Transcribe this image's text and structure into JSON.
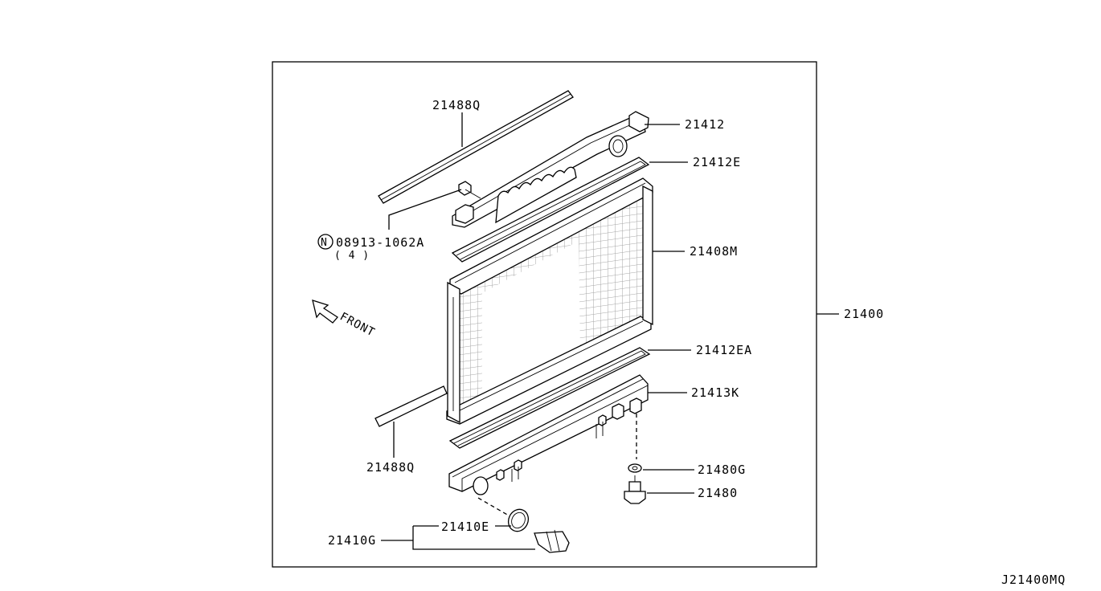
{
  "diagram_code": "J21400MQ",
  "assembly": {
    "number": "21400"
  },
  "parts": {
    "seal_top": "21488Q",
    "seal_bottom": "21488Q",
    "upper_tank": "21412",
    "upper_gasket": "21412E",
    "core": "21408M",
    "lower_gasket": "21412EA",
    "lower_tank": "21413K",
    "washer": "21480G",
    "drain_plug": "21480",
    "o_ring": "21410E",
    "sensor_group": "21410G"
  },
  "bolt": {
    "prefix": "N",
    "number": "08913-1062A",
    "qty": "( 4 )"
  },
  "front": "FRONT",
  "colors": {
    "ink": "#000000",
    "background": "#ffffff"
  }
}
